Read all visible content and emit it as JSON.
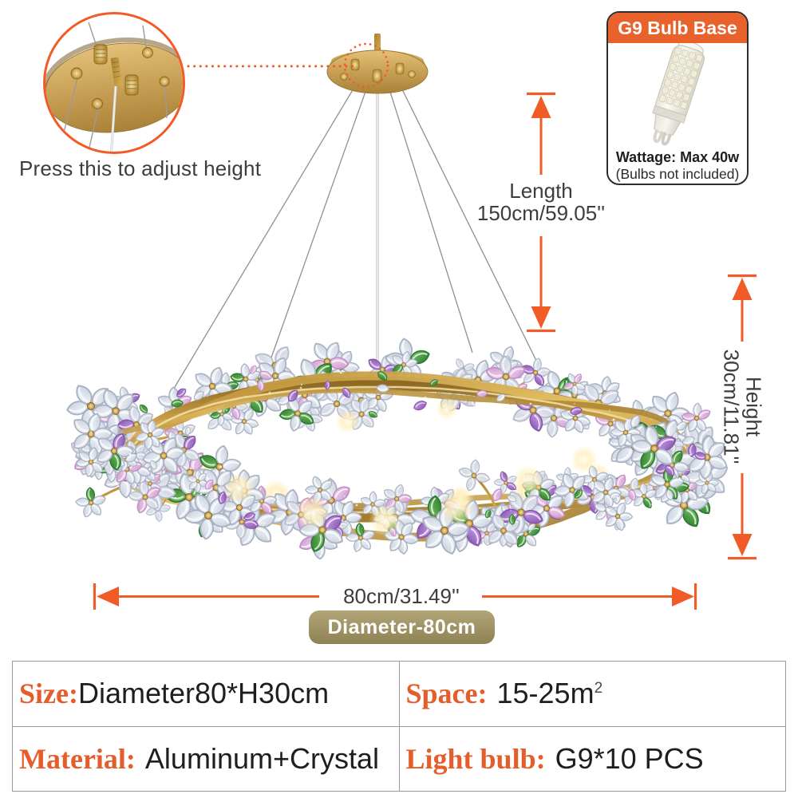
{
  "colors": {
    "accent_orange": "#f15b27",
    "box_header_orange": "#e9622b",
    "label_orange": "#e55d2b",
    "badge_khaki": "#a59a6b",
    "text_dark": "#3d3d3d",
    "value_dark": "#1e1e1e",
    "table_border": "#9a9a9a"
  },
  "inset": {
    "caption": "Press this to adjust height"
  },
  "bulb_box": {
    "title": "G9 Bulb Base",
    "wattage": "Wattage: Max 40w",
    "note": "(Bulbs not included)"
  },
  "dimensions": {
    "length": {
      "label": "Length",
      "value": "150cm/59.05''"
    },
    "height": {
      "label": "Height",
      "value": "30cm/11.81''"
    },
    "width": {
      "value": "80cm/31.49''"
    },
    "diameter_badge": "Diameter-80cm"
  },
  "spec_table": {
    "rows": [
      [
        {
          "label": "Size:",
          "value": "Diameter80*H30cm",
          "sup": ""
        },
        {
          "label": "Space:",
          "value": "15-25m",
          "sup": "2"
        }
      ],
      [
        {
          "label": "Material:",
          "value": "Aluminum+Crystal",
          "sup": ""
        },
        {
          "label": "Light bulb:",
          "value": "G9*10 PCS",
          "sup": ""
        }
      ]
    ]
  }
}
